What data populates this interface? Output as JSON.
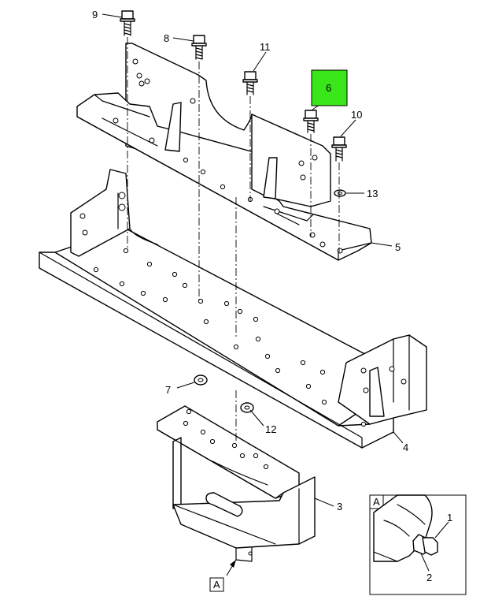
{
  "callouts": {
    "c1": "1",
    "c2": "2",
    "c3": "3",
    "c4": "4",
    "c5": "5",
    "c6": "6",
    "c7": "7",
    "c8": "8",
    "c9": "9",
    "c10": "10",
    "c11": "11",
    "c12": "12",
    "c13": "13"
  },
  "view_reference": {
    "main_label": "A",
    "detail_label": "A"
  },
  "highlight": {
    "part": "6",
    "color": "#39e61a"
  }
}
